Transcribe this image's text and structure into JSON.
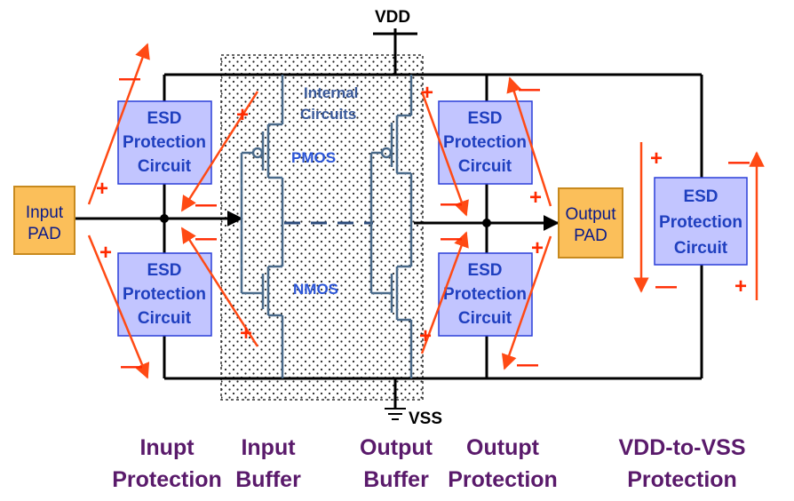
{
  "rails": {
    "vdd": "VDD",
    "vss": "VSS"
  },
  "pads": {
    "input": [
      "Input",
      "PAD"
    ],
    "output": [
      "Output",
      "PAD"
    ]
  },
  "esd": {
    "lines": [
      "ESD",
      "Protection",
      "Circuit"
    ]
  },
  "internal": {
    "line1": "Internal",
    "line2": "Circuits"
  },
  "mos": {
    "pmos": "PMOS",
    "nmos": "NMOS"
  },
  "signs": {
    "plus": "+",
    "minus": "—"
  },
  "sections": [
    {
      "line1": "Inupt",
      "line2": "Protection"
    },
    {
      "line1": "Input",
      "line2": "Buffer"
    },
    {
      "line1": "Output",
      "line2": "Buffer"
    },
    {
      "line1": "Outupt",
      "line2": "Protection"
    },
    {
      "line1": "VDD-to-VSS",
      "line2": "Protection"
    }
  ],
  "colors": {
    "esd_fill": "#c2c5ff",
    "esd_border": "#2a3ed8",
    "pad_fill": "#fbbf5a",
    "pad_border": "#c88a1e",
    "arrow": "#ff4a14",
    "label": "#5a1a6b"
  }
}
